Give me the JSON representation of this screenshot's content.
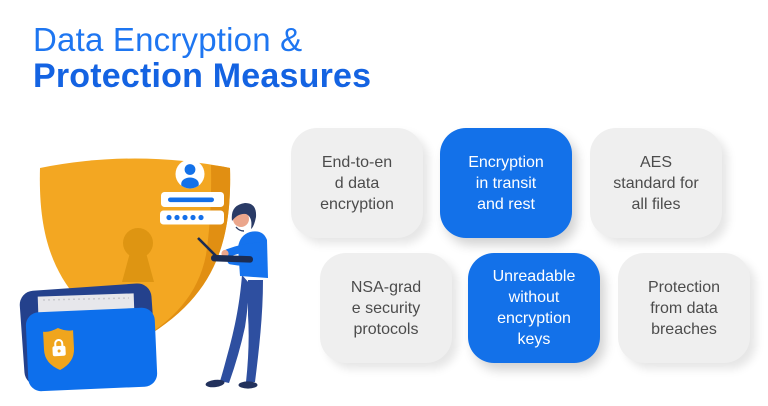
{
  "title": {
    "line1": "Data Encryption &",
    "line2": "Protection Measures"
  },
  "cards": [
    {
      "text": "End-to-en\nd data\nencryption",
      "variant": "gray"
    },
    {
      "text": "Encryption\nin transit\nand rest",
      "variant": "blue"
    },
    {
      "text": "AES\nstandard for\nall files",
      "variant": "gray"
    },
    {
      "text": "NSA-grad\ne security\nprotocols",
      "variant": "gray"
    },
    {
      "text": "Unreadable\nwithout\nencryption\nkeys",
      "variant": "blue"
    },
    {
      "text": "Protection\nfrom data\nbreaches",
      "variant": "gray"
    }
  ],
  "colors": {
    "accent_blue": "#1371e9",
    "title_blue_light": "#1e76f1",
    "title_blue_bold": "#1463e2",
    "card_gray": "#efefef",
    "card_text_gray": "#4c4c4c",
    "card_text_white": "#ffffff",
    "shield_orange": "#f3a722",
    "shield_shade_orange": "#e18f12",
    "keyhole_orange": "#de9512",
    "folder_front_blue": "#0d6fec",
    "folder_back_navy": "#24418c",
    "paper_gray": "#e7e7eb",
    "badge_orange": "#f0a51d",
    "person_sweater_blue": "#1573ee",
    "person_pants_blue": "#2e4fa0",
    "person_hair_navy": "#2a3b66",
    "person_skin": "#eba68c",
    "laptop_navy": "#1c2c52"
  },
  "icons": {
    "shield_icon": "security-shield",
    "keyhole_icon": "keyhole",
    "user_avatar_icon": "person-bust-in-circle",
    "username_field_icon": "text-input-bar",
    "password_field_icon": "dotted-password-bar",
    "folder_icon": "open-folder",
    "lock_badge_icon": "padlock-on-shield",
    "laptop_icon": "open-laptop"
  }
}
